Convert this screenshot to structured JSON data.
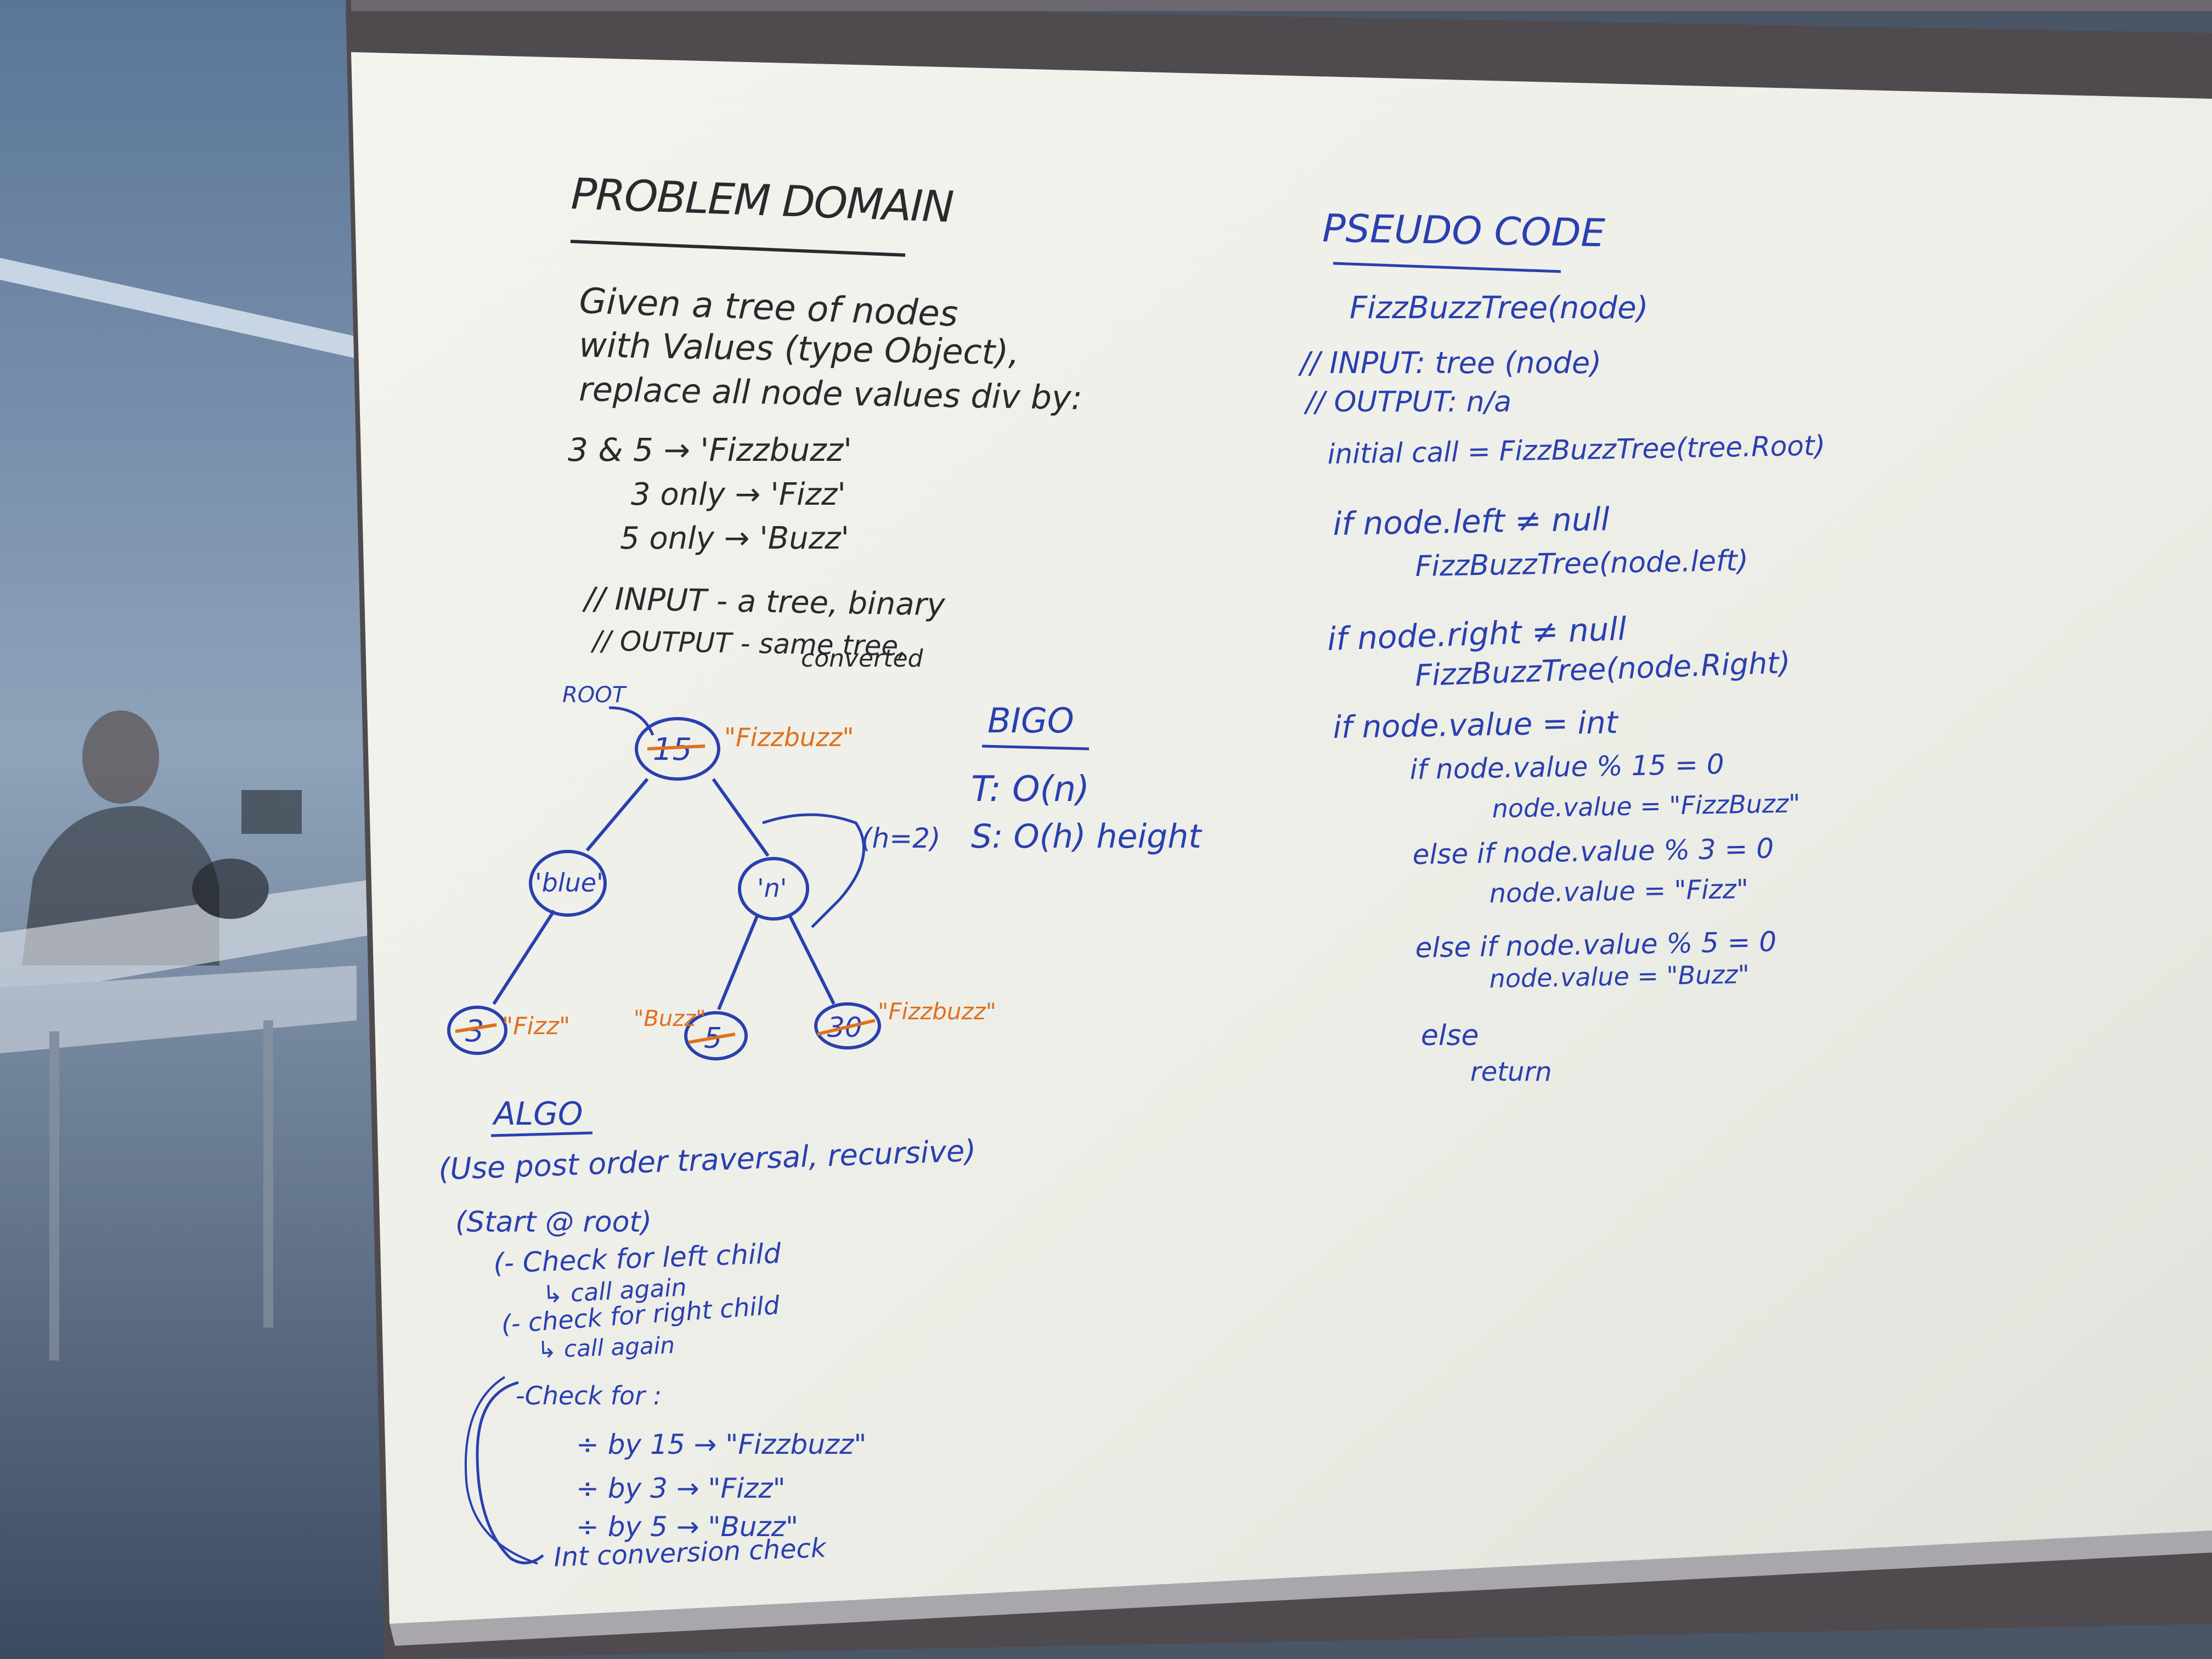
{
  "colors": {
    "black_ink": "#2a2a2e",
    "blue_ink": "#2a3fb0",
    "orange_ink": "#e0701e",
    "board": "#eceee6",
    "frame": "#4e4a4e",
    "wall": "#5f7694"
  },
  "problem_domain": {
    "title": "PROBLEM DOMAIN",
    "lines": [
      "Given a tree of nodes",
      "with Values (type Object),",
      "replace all node values div by:",
      "3 & 5 → 'Fizzbuzz'",
      "3 only → 'Fizz'",
      "5 only → 'Buzz'",
      "// INPUT - a tree, binary",
      "// OUTPUT - same tree,",
      "converted"
    ]
  },
  "tree": {
    "root_label": "ROOT",
    "height_label": "(h=2)",
    "nodes": [
      {
        "id": "root",
        "value": "15",
        "annotation": "\"Fizzbuzz\""
      },
      {
        "id": "left",
        "value": "'blue'",
        "annotation": ""
      },
      {
        "id": "right",
        "value": "'n'",
        "annotation": ""
      },
      {
        "id": "ll",
        "value": "3",
        "annotation": "\"Fizz\""
      },
      {
        "id": "rl",
        "value": "5",
        "annotation": "\"Buzz\""
      },
      {
        "id": "rr",
        "value": "30",
        "annotation": "\"Fizzbuzz\""
      }
    ]
  },
  "big_o": {
    "title": "BIGO",
    "time": "T: O(n)",
    "space": "S: O(h) height"
  },
  "algo": {
    "title": "ALGO",
    "lines": [
      "(Use post order traversal, recursive)",
      "(Start @ root)",
      "(- Check for left child",
      "↳ call again",
      "(- check for right child",
      "↳ call again",
      "-Check for :",
      "÷ by 15 → \"Fizzbuzz\"",
      "÷ by 3 → \"Fizz\"",
      "÷ by 5 → \"Buzz\"",
      "Int conversion check"
    ]
  },
  "pseudo": {
    "title": "PSEUDO CODE",
    "lines": [
      "FizzBuzzTree(node)",
      "// INPUT: tree (node)",
      "// OUTPUT: n/a",
      "initial call = FizzBuzzTree(tree.Root)",
      "if node.left ≠ null",
      "FizzBuzzTree(node.left)",
      "if node.right ≠ null",
      "FizzBuzzTree(node.Right)",
      "if node.value = int",
      "if node.value % 15 = 0",
      "node.value = \"FizzBuzz\"",
      "else if node.value % 3 = 0",
      "node.value = \"Fizz\"",
      "else if node.value % 5 = 0",
      "node.value = \"Buzz\"",
      "else",
      "return"
    ]
  }
}
